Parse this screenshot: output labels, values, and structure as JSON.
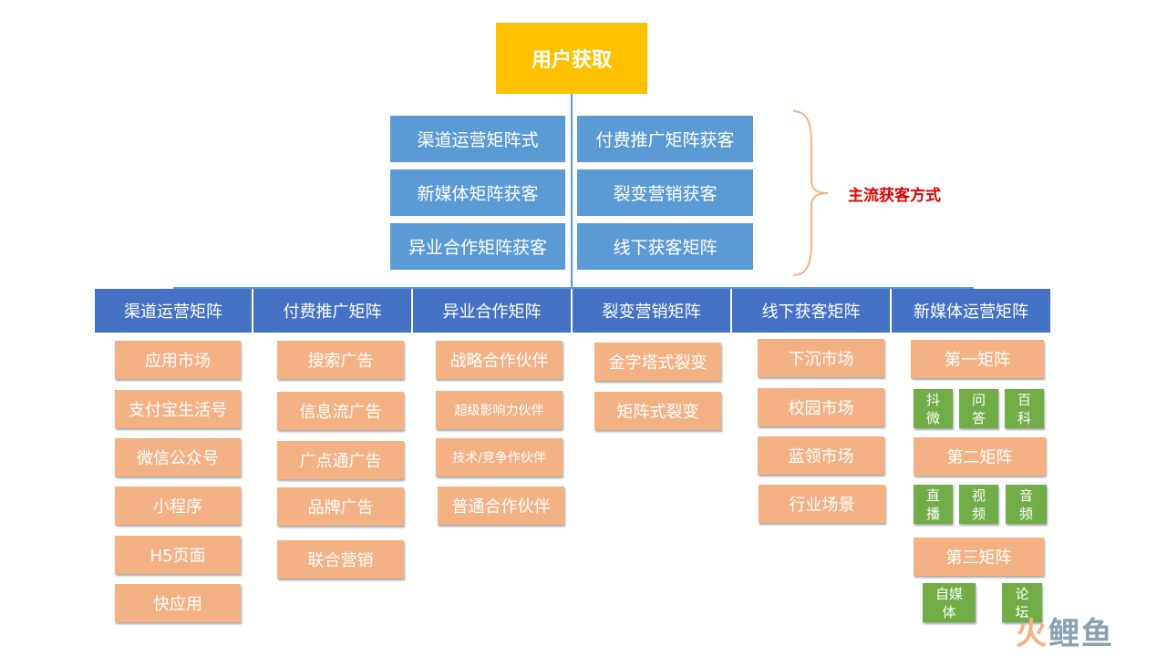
{
  "root": {
    "label": "用户获取"
  },
  "methods": {
    "left": [
      "渠道运营矩阵式",
      "新媒体矩阵获客",
      "异业合作矩阵获客"
    ],
    "right": [
      "付费推广矩阵获客",
      "裂变营销获客",
      "线下获客矩阵"
    ]
  },
  "main_label": "主流获客方式",
  "categories": [
    {
      "label": "渠道运营矩阵",
      "items": [
        "应用市场",
        "支付宝生活号",
        "微信公众号",
        "小程序",
        "H5页面",
        "快应用"
      ]
    },
    {
      "label": "付费推广矩阵",
      "items": [
        "搜索广告",
        "信息流广告",
        "广点通广告",
        "品牌广告",
        "联合营销"
      ]
    },
    {
      "label": "异业合作矩阵",
      "items": [
        "战略合作伙伴",
        "超级影响力伙伴",
        "技术/竞争作伙伴",
        "普通合作伙伴"
      ]
    },
    {
      "label": "裂变营销矩阵",
      "items": [
        "金字塔式裂变",
        "矩阵式裂变"
      ]
    },
    {
      "label": "线下获客矩阵",
      "items": [
        "下沉市场",
        "校园市场",
        "蓝领市场",
        "行业场景"
      ]
    },
    {
      "label": "新媒体运营矩阵",
      "groups": [
        {
          "label": "第一矩阵",
          "items": [
            "抖\n微",
            "问\n答",
            "百\n科"
          ]
        },
        {
          "label": "第二矩阵",
          "items": [
            "直\n播",
            "视\n频",
            "音\n频"
          ]
        },
        {
          "label": "第三矩阵",
          "items": [
            "自媒\n体",
            "论\n坛"
          ]
        }
      ]
    }
  ],
  "logo": {
    "part1": "火",
    "part2": "鲤鱼"
  },
  "colors": {
    "root": "#ffc000",
    "method": "#5b9bd5",
    "category": "#4472c4",
    "leaf": "#f4b183",
    "sub_leaf": "#70ad47",
    "highlight": "#e00000"
  }
}
